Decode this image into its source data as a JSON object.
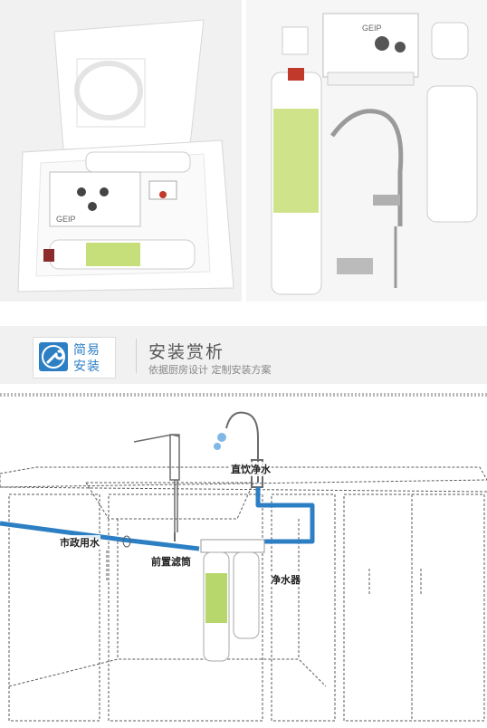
{
  "photos": {
    "left_brand": "GEIP",
    "right_brand": "GEIP"
  },
  "banner": {
    "badge_line1": "简易",
    "badge_line2": "安装",
    "title": "安装赏析",
    "subtitle": "依据厨房设计  定制安装方案"
  },
  "diagram": {
    "labels": {
      "faucet": "直饮净水",
      "municipal": "市政用水",
      "prefilter": "前置滤筒",
      "purifier": "净水器"
    },
    "colors": {
      "pipe": "#2d7fc4",
      "line": "#555555",
      "filter_label": "#b7d66b"
    }
  }
}
